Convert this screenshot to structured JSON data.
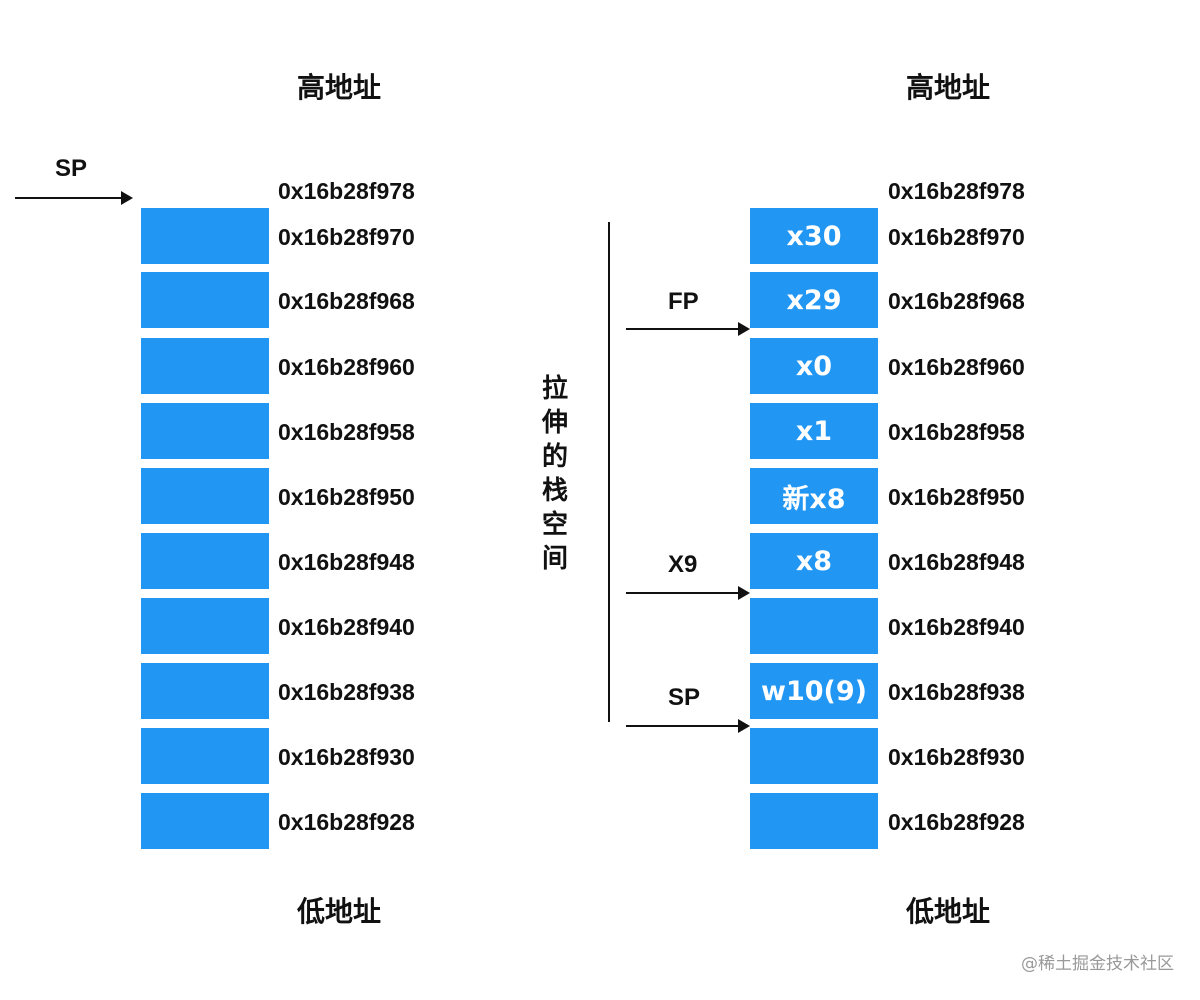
{
  "left": {
    "high_label": "高地址",
    "low_label": "低地址",
    "sp_label": "SP",
    "top_address": "0x16b28f978",
    "addresses": [
      "0x16b28f970",
      "0x16b28f968",
      "0x16b28f960",
      "0x16b28f958",
      "0x16b28f950",
      "0x16b28f948",
      "0x16b28f940",
      "0x16b28f938",
      "0x16b28f930",
      "0x16b28f928"
    ],
    "cells": [
      "",
      "",
      "",
      "",
      "",
      "",
      "",
      "",
      "",
      ""
    ]
  },
  "right": {
    "high_label": "高地址",
    "low_label": "低地址",
    "top_address": "0x16b28f978",
    "addresses": [
      "0x16b28f970",
      "0x16b28f968",
      "0x16b28f960",
      "0x16b28f958",
      "0x16b28f950",
      "0x16b28f948",
      "0x16b28f940",
      "0x16b28f938",
      "0x16b28f930",
      "0x16b28f928"
    ],
    "cells": [
      "x30",
      "x29",
      "x0",
      "x1",
      "新x8",
      "x8",
      "",
      "w10(9)",
      "",
      ""
    ],
    "stretch_label": "拉伸的栈空间",
    "pointers": {
      "fp": "FP",
      "x9": "X9",
      "sp": "SP"
    }
  },
  "colors": {
    "cell": "#2196f3",
    "text": "#111111"
  },
  "watermark": "@稀土掘金技术社区"
}
